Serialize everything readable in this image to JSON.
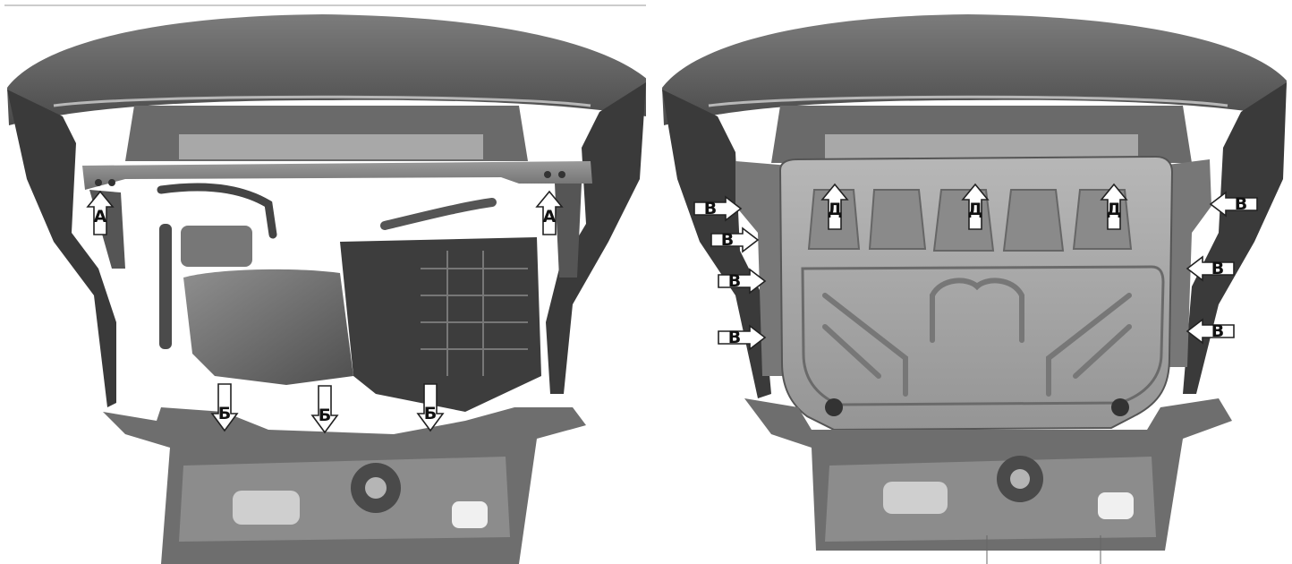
{
  "figure": {
    "left_panel": {
      "labels": {
        "a": "А",
        "b": "Б"
      }
    },
    "right_panel": {
      "labels": {
        "v": "В",
        "d": "Д"
      }
    }
  }
}
